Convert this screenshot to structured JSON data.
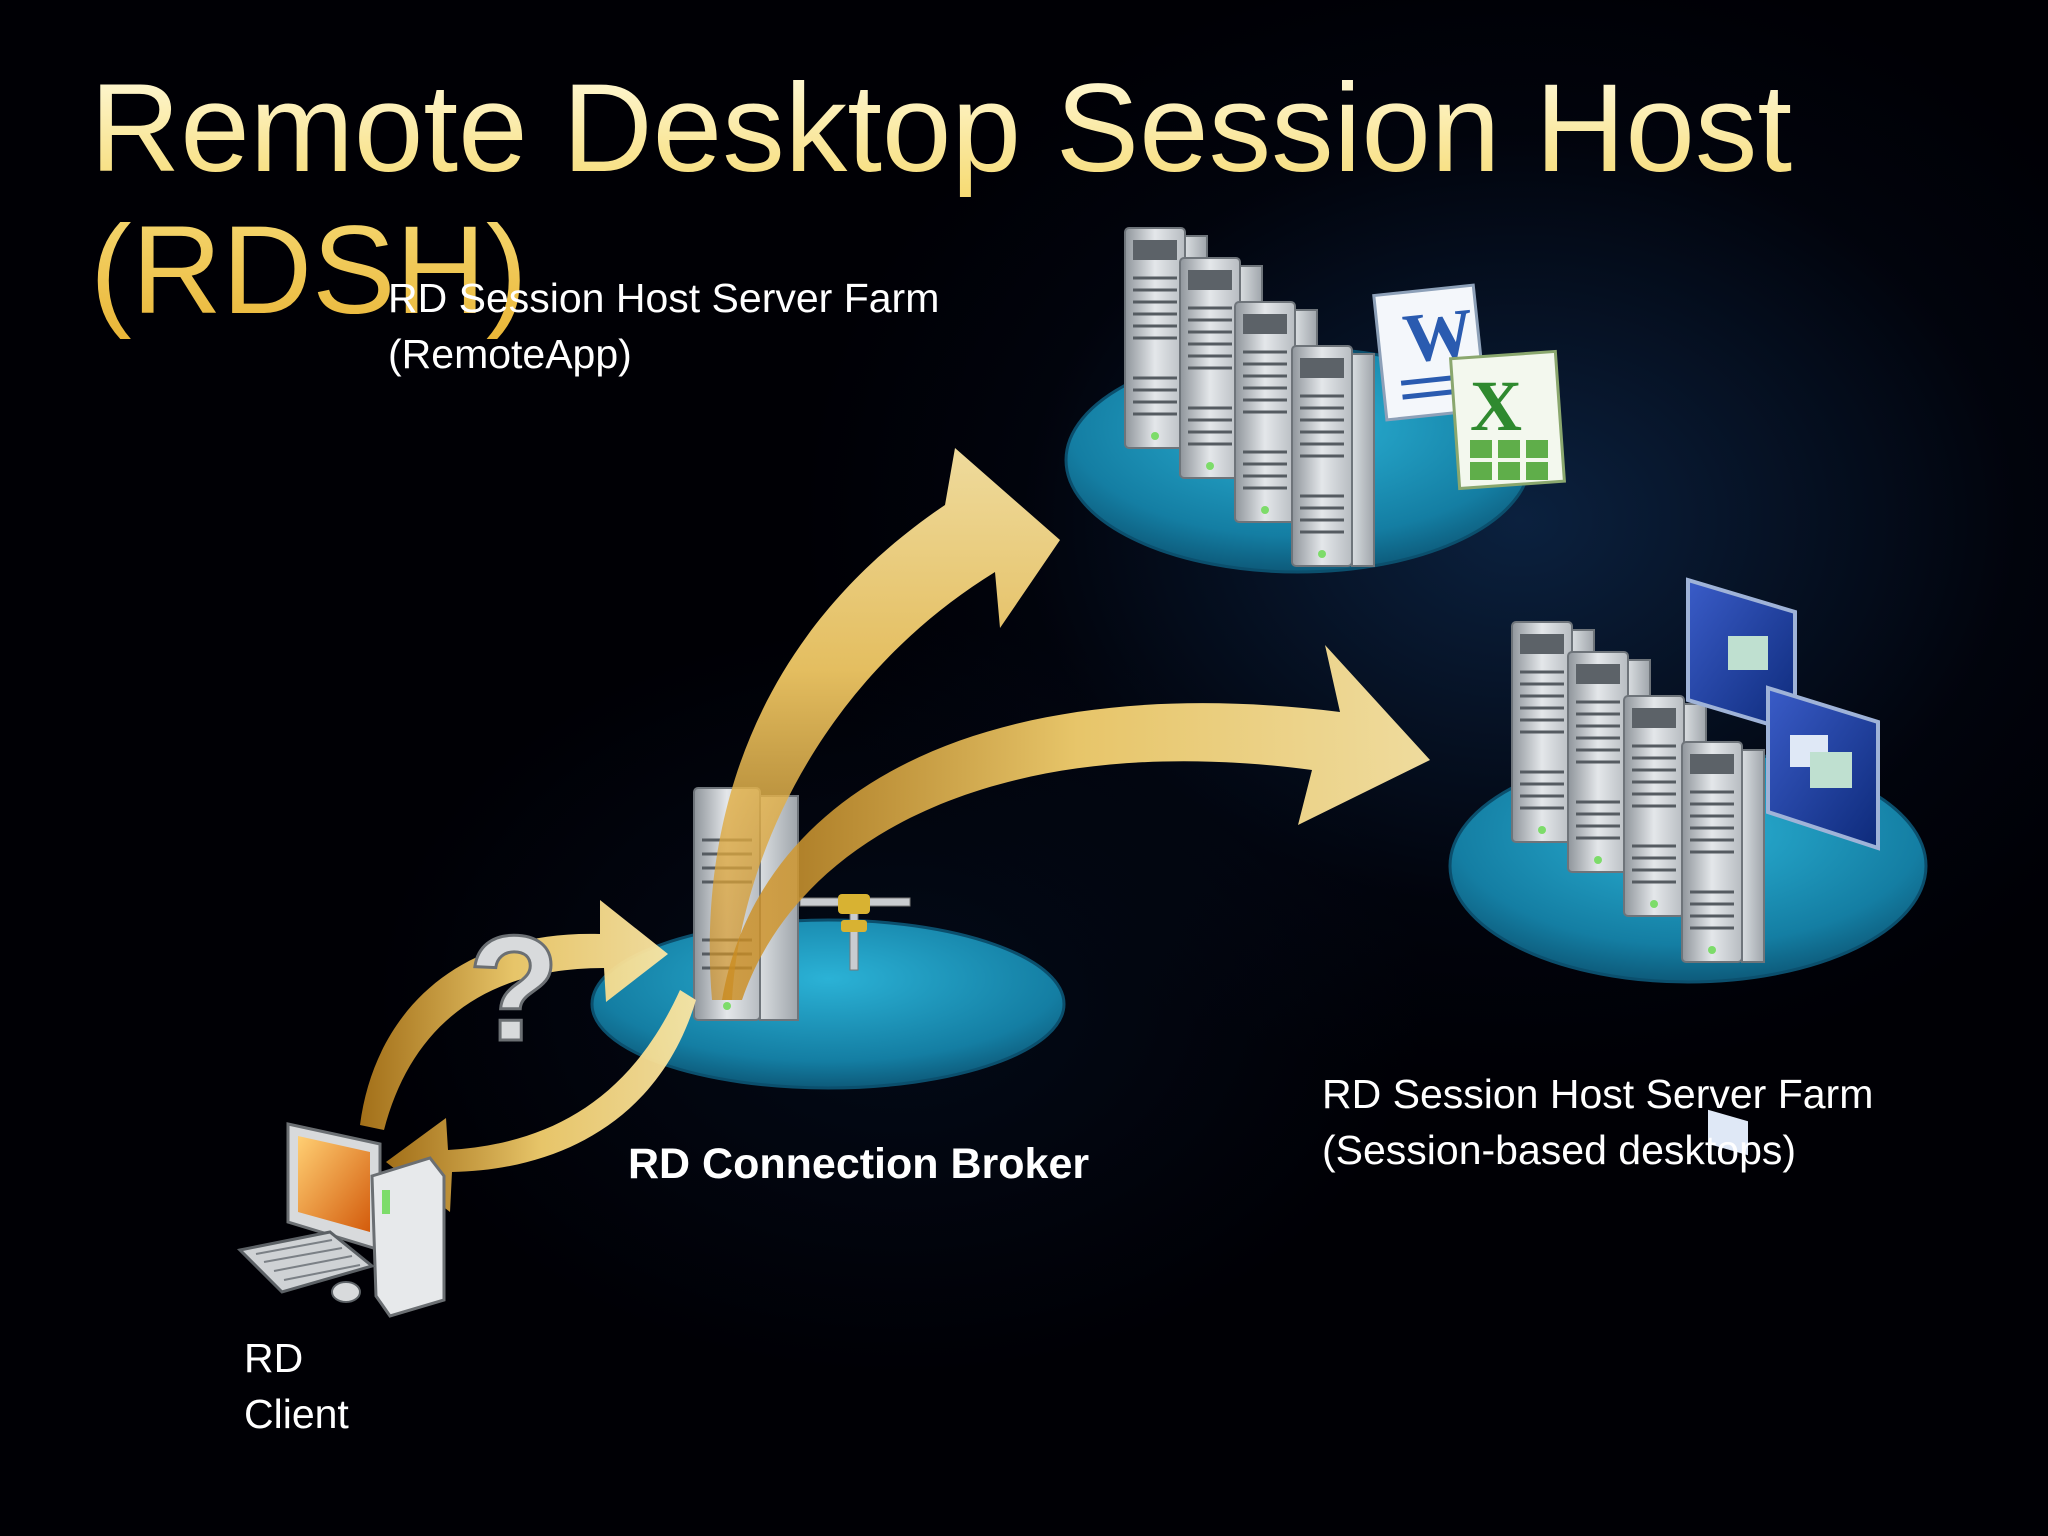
{
  "slide": {
    "title": "Remote Desktop Session Host (RDSH)",
    "colors": {
      "title_gold": "#f2c94c",
      "arrow_gold": "#f3cf6e",
      "platform_teal": "#1b8fb3",
      "background": "#000005"
    }
  },
  "nodes": {
    "remoteapp_farm": {
      "label_line1": "RD Session Host Server Farm",
      "label_line2": "(RemoteApp)",
      "icons": [
        "server-rack-icon",
        "word-document-icon",
        "excel-spreadsheet-icon"
      ]
    },
    "desktop_farm": {
      "label_line1": "RD Session Host Server Farm",
      "label_line2": "(Session-based desktops)",
      "icons": [
        "server-rack-icon",
        "desktop-window-icon"
      ]
    },
    "connection_broker": {
      "label": "RD Connection Broker",
      "icons": [
        "server-tower-icon",
        "valve-icon"
      ]
    },
    "client": {
      "label_line1": "RD",
      "label_line2": "Client",
      "icons": [
        "desktop-computer-icon"
      ]
    }
  },
  "edges": [
    {
      "from": "client",
      "to": "connection_broker",
      "icon": "question-mark-icon"
    },
    {
      "from": "connection_broker",
      "to": "client"
    },
    {
      "from": "connection_broker",
      "to": "remoteapp_farm"
    },
    {
      "from": "connection_broker",
      "to": "desktop_farm"
    }
  ]
}
